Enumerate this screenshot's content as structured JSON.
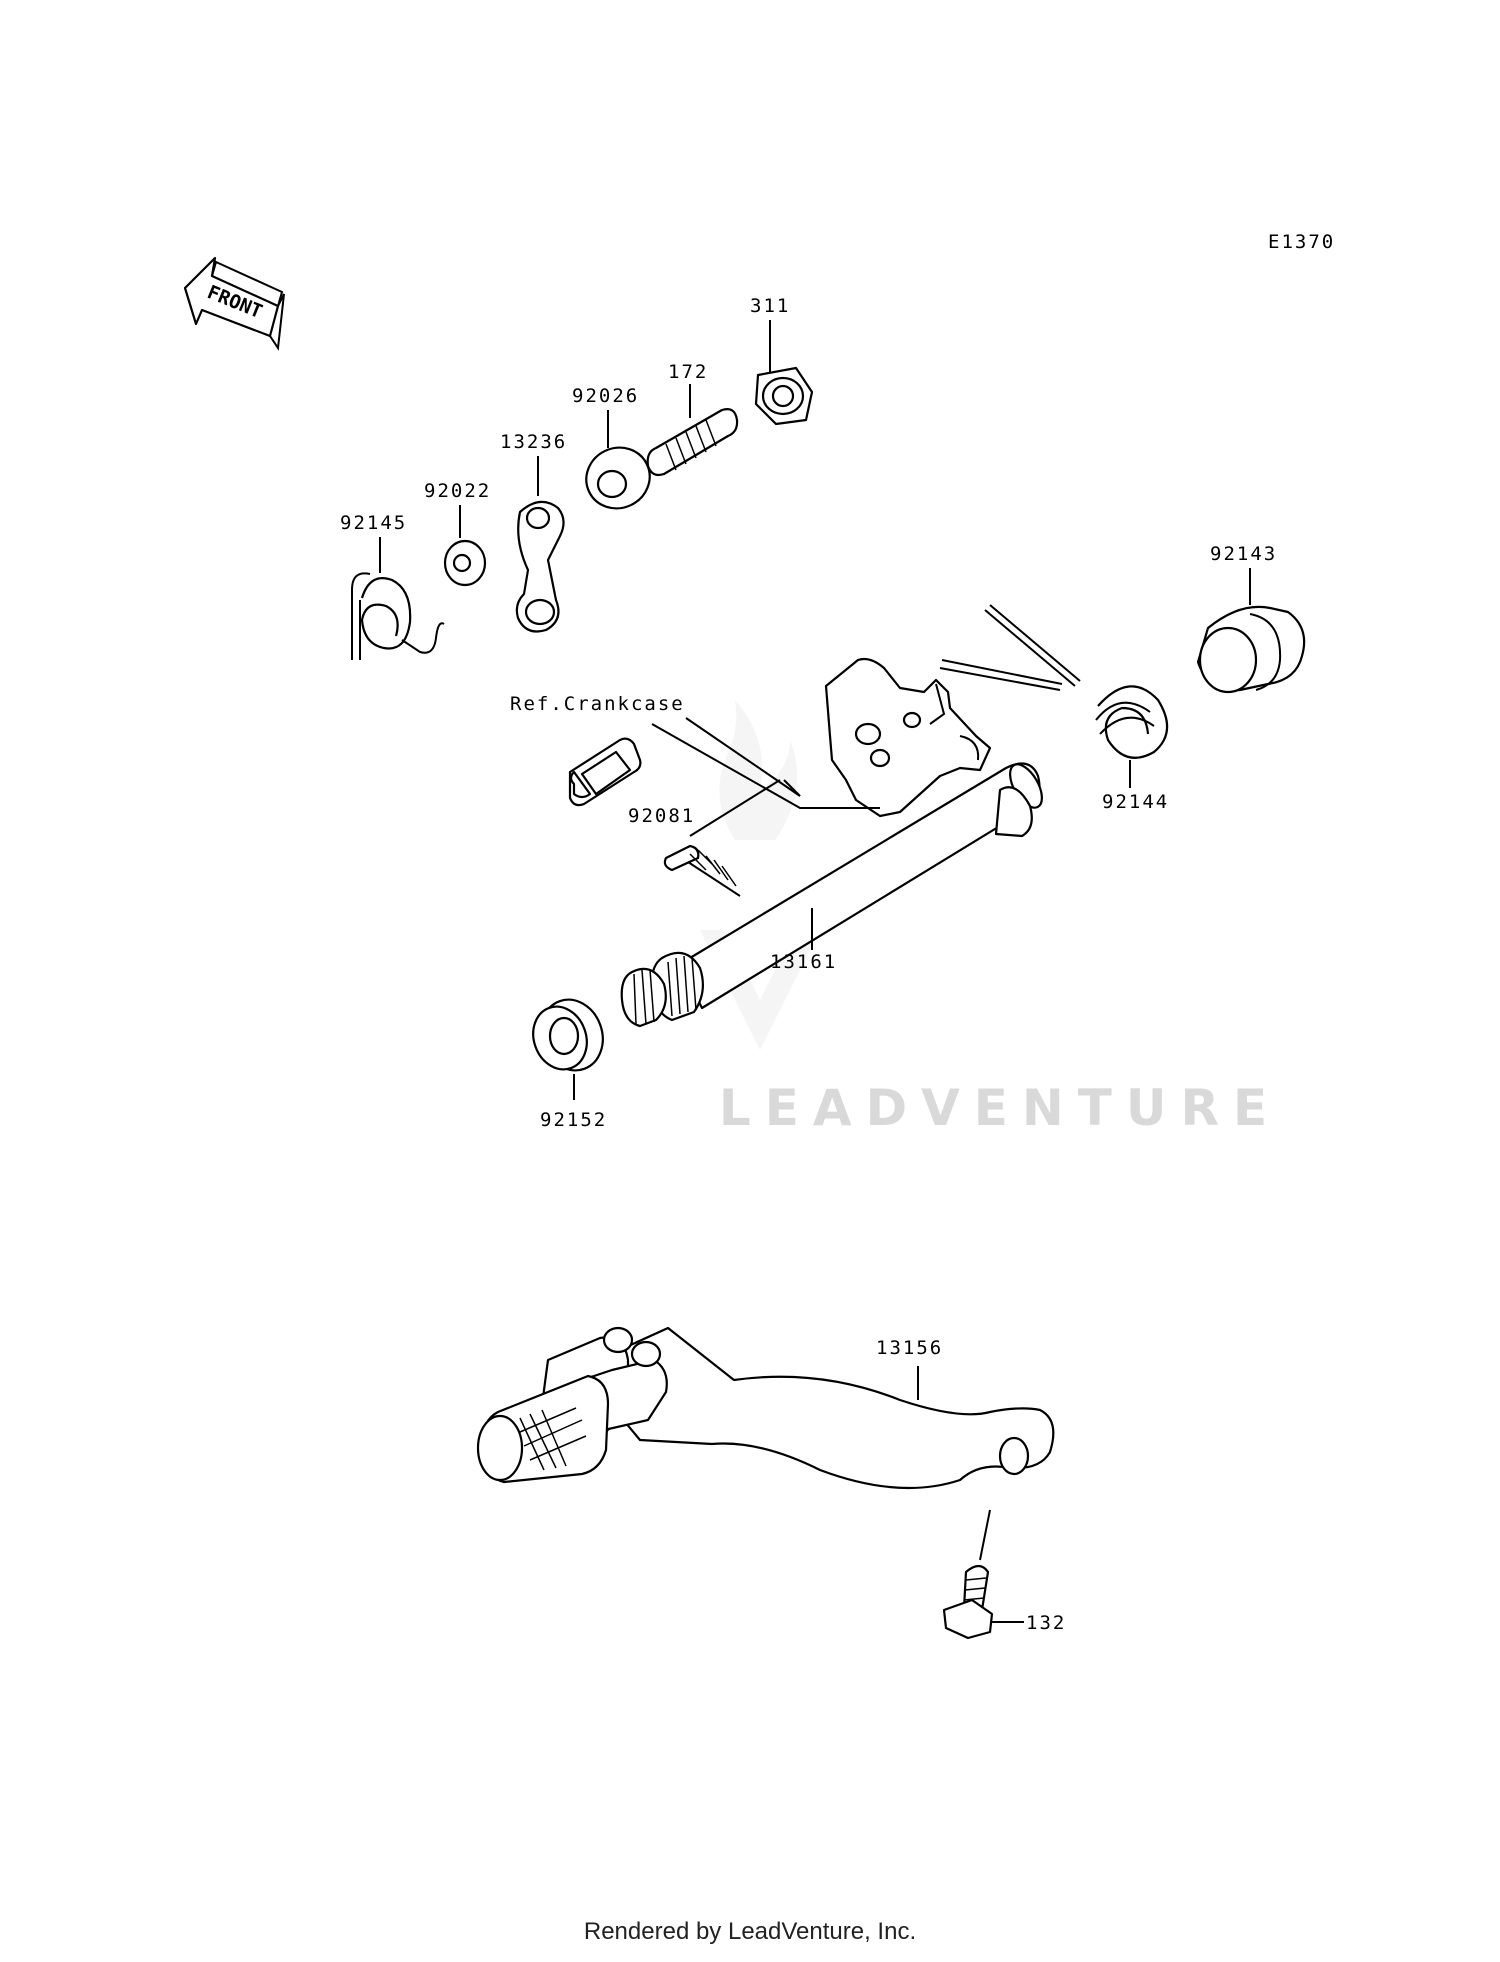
{
  "diagram": {
    "code": "E1370",
    "front_label": "FRONT",
    "reference": "Ref.Crankcase",
    "watermark": "LEADVENTURE",
    "parts": [
      {
        "id": "p311",
        "label": "311"
      },
      {
        "id": "p172",
        "label": "172"
      },
      {
        "id": "p92026",
        "label": "92026"
      },
      {
        "id": "p13236",
        "label": "13236"
      },
      {
        "id": "p92022",
        "label": "92022"
      },
      {
        "id": "p92145",
        "label": "92145"
      },
      {
        "id": "p92143",
        "label": "92143"
      },
      {
        "id": "p92144",
        "label": "92144"
      },
      {
        "id": "p92081",
        "label": "92081"
      },
      {
        "id": "p13161",
        "label": "13161"
      },
      {
        "id": "p92152",
        "label": "92152"
      },
      {
        "id": "p13156",
        "label": "13156"
      },
      {
        "id": "p132",
        "label": "132"
      }
    ]
  },
  "footer": {
    "text": "Rendered by LeadVenture, Inc."
  }
}
